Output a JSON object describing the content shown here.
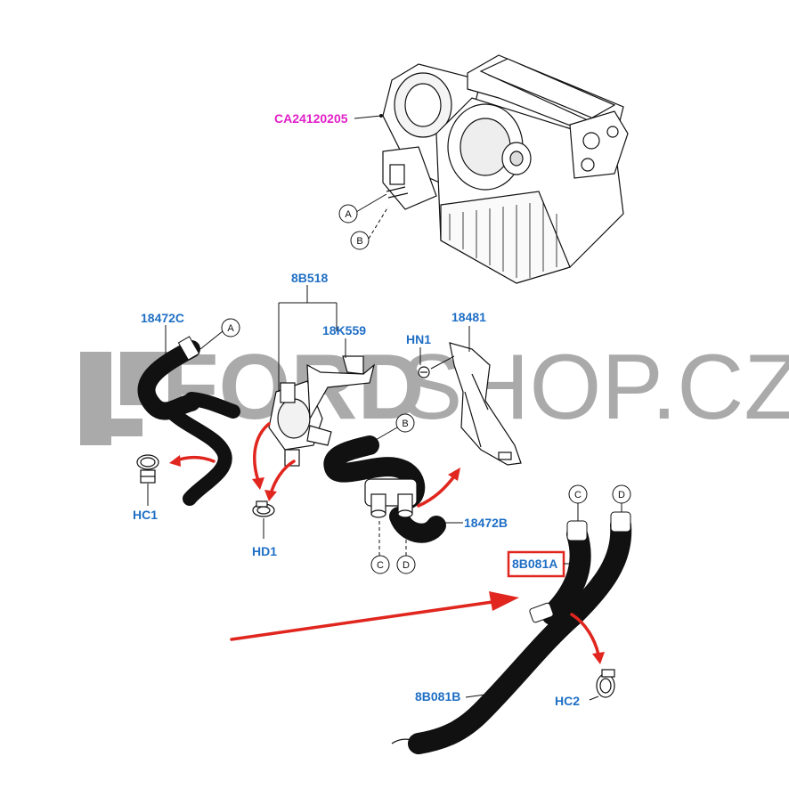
{
  "watermark": {
    "bold": "FORD",
    "thin": "SHOP.CZ"
  },
  "parts": {
    "hvac_module": "CA24120205",
    "valve_assembly": "8B518",
    "valve_bracket": "18K559",
    "bracket": "18481",
    "screw": "HN1",
    "heater_hose_upper": "18472C",
    "heater_hose_lower": "18472B",
    "clamp_1": "HC1",
    "clamp_hd": "HD1",
    "clamp_2": "HC2",
    "hose_highlighted": "8B081A",
    "hose_return": "8B081B"
  },
  "callouts": {
    "a": "A",
    "b": "B",
    "c": "C",
    "d": "D"
  },
  "colors": {
    "label_blue": "#1f6fc5",
    "label_magenta": "#e020c8",
    "arrow_red": "#e0261e",
    "highlight_box": "#e0261e",
    "watermark_gray": "#8e8e8e"
  }
}
